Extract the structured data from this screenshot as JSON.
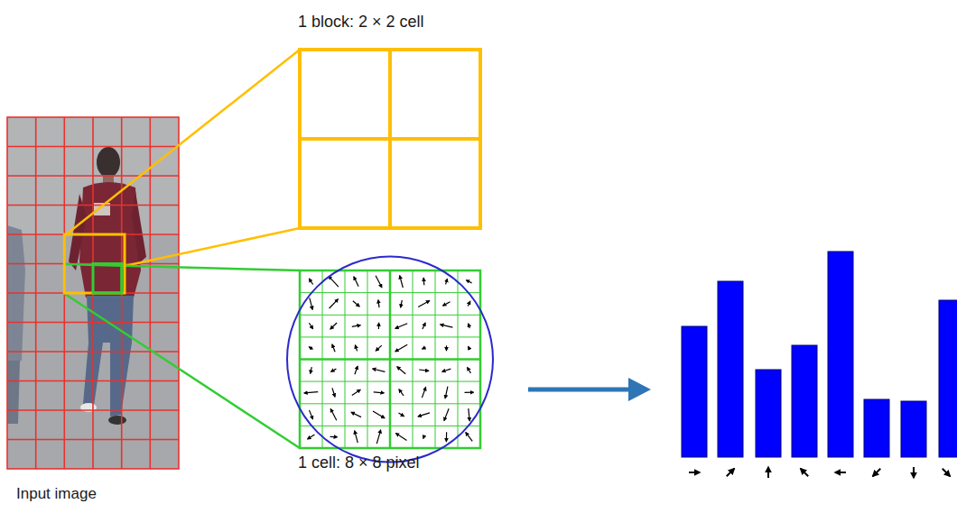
{
  "diagram": {
    "nodes": [
      {
        "text": [
          "Input image"
        ]
      },
      {
        "text": [
          "1 block: 2 × 2 cell"
        ]
      },
      {
        "text": [
          "1 cell: 8 × 8 pixel"
        ]
      }
    ]
  }
}
